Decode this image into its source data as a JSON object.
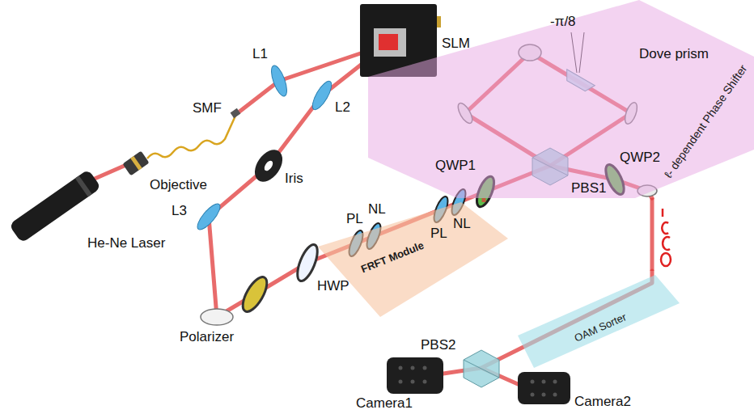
{
  "diagram": {
    "nodes": [
      {
        "text": [
          "ℓ- dependent Phase Shifter"
        ]
      },
      {
        "text": [
          "FRFT Module"
        ]
      },
      {
        "text": [
          "OAM Sorter"
        ]
      }
    ],
    "edges": [
      {
        "from": 1,
        "to": 0,
        "arrow": "none"
      },
      {
        "from": 0,
        "to": 2,
        "arrow": "none"
      }
    ],
    "labels": [
      "SLM",
      "L1",
      "L2",
      "SMF",
      "Objective",
      "He-Ne Laser",
      "Iris",
      "L3",
      "Polarizer",
      "HWP",
      "PL",
      "NL",
      "PL",
      "NL",
      "QWP1",
      "PBS1",
      "QWP2",
      "Dove prism",
      "-π/8",
      "PBS2",
      "Camera1",
      "Camera2"
    ]
  }
}
